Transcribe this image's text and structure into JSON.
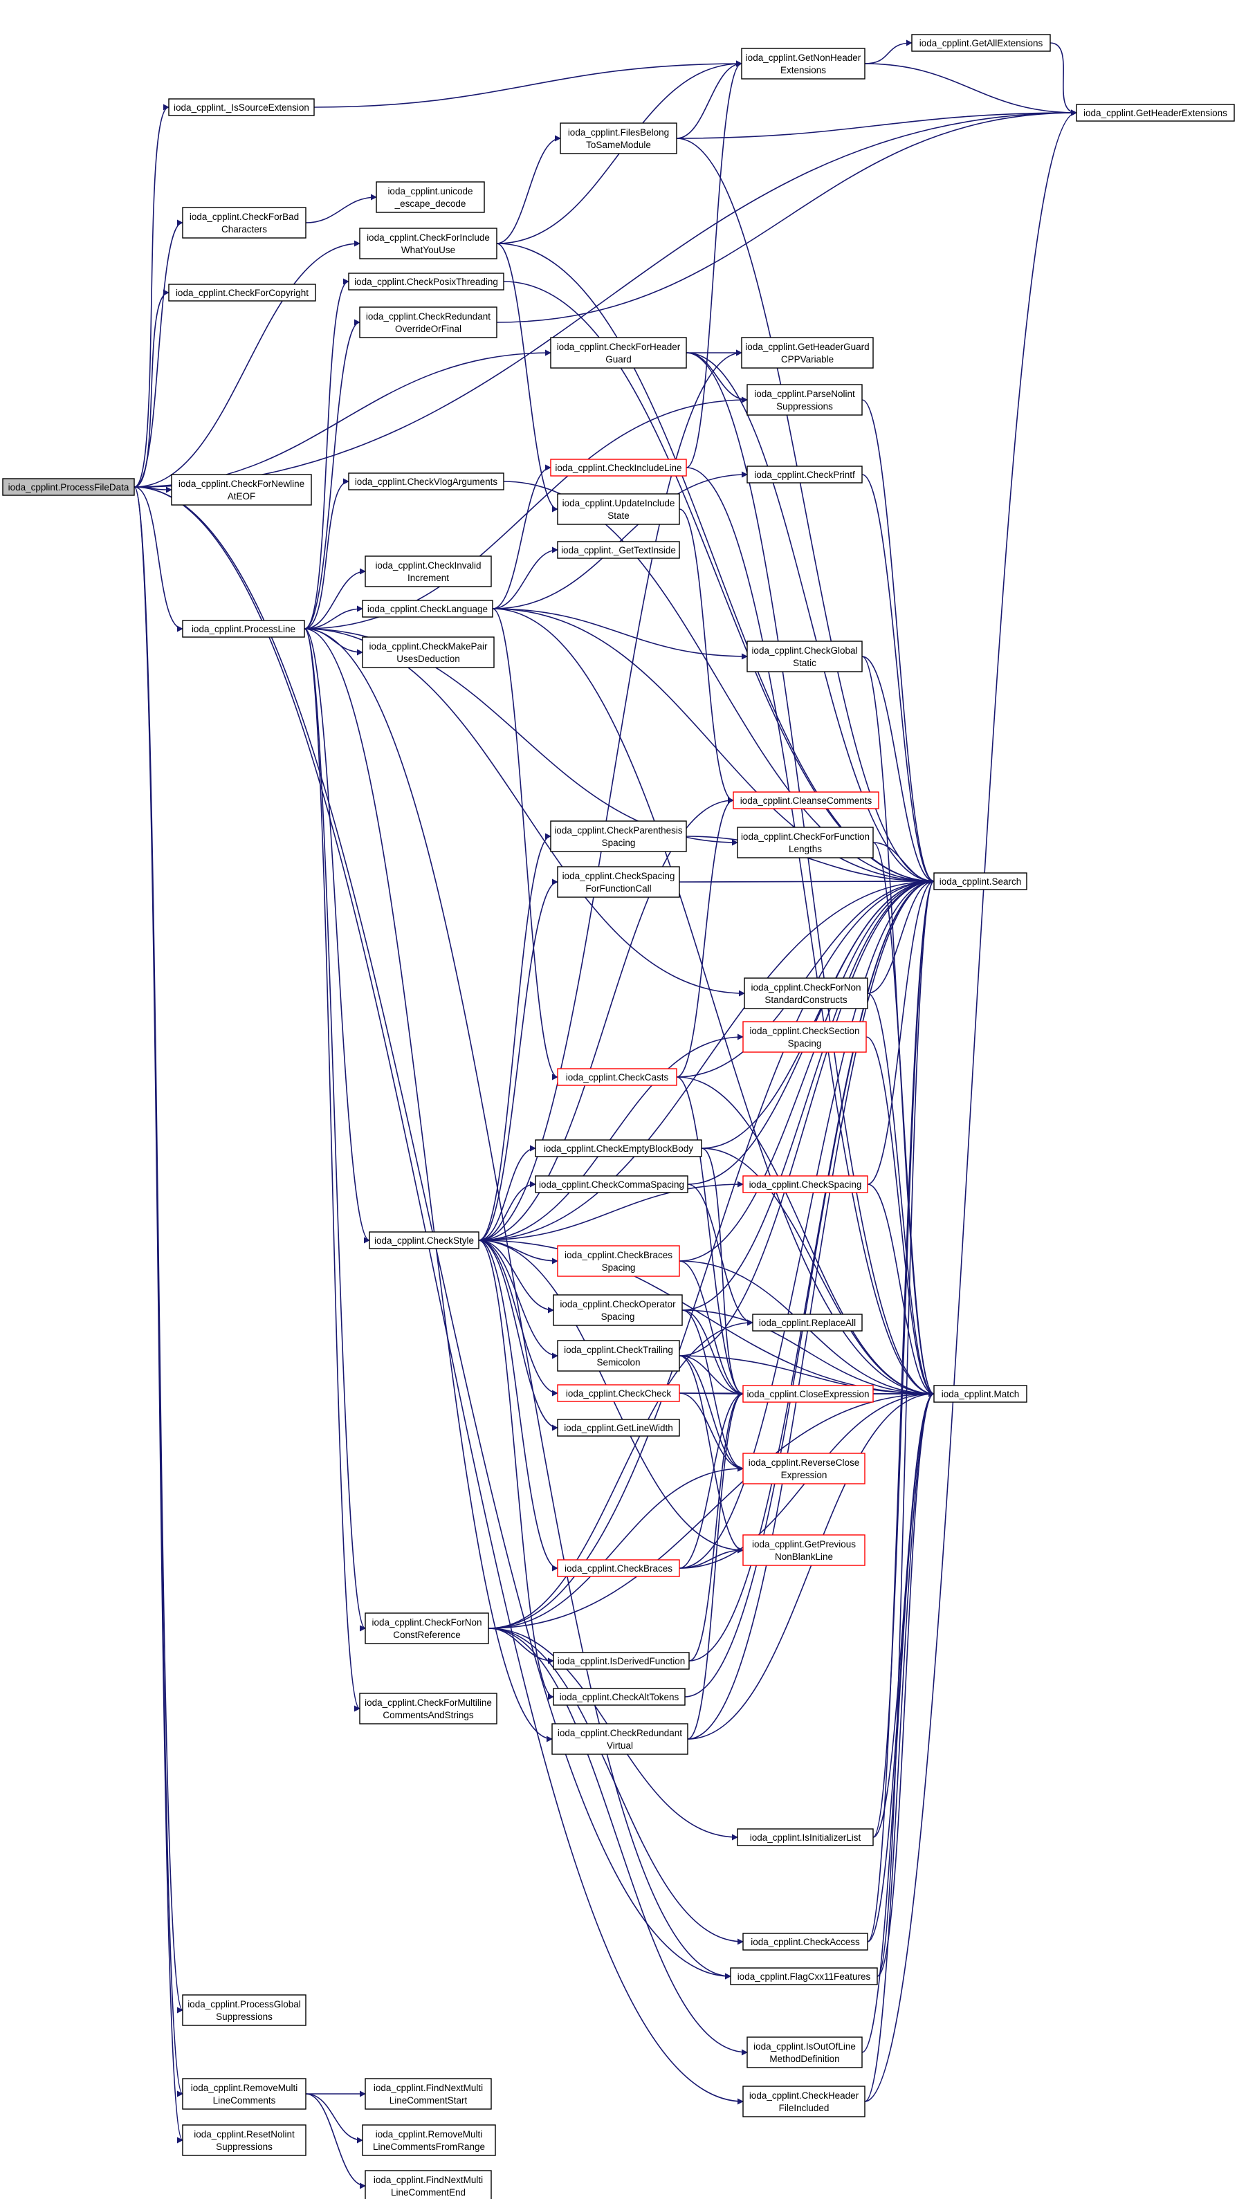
{
  "colors": {
    "edge": "#191970",
    "node_border": "#000000",
    "node_border_truncated": "#ff0000",
    "node_fill": "#ffffff",
    "root_fill": "#bfbfbf",
    "text": "#000000"
  },
  "nodes": {
    "ProcessFileData": {
      "lines": [
        "ioda_cpplint.ProcessFileData"
      ],
      "root": true
    },
    "IsSourceExtension": {
      "lines": [
        "ioda_cpplint._IsSourceExtension"
      ]
    },
    "CheckForBadCharacters": {
      "lines": [
        "ioda_cpplint.CheckForBad",
        "Characters"
      ]
    },
    "CheckForCopyright": {
      "lines": [
        "ioda_cpplint.CheckForCopyright"
      ]
    },
    "CheckForNewlineAtEOF": {
      "lines": [
        "ioda_cpplint.CheckForNewline",
        "AtEOF"
      ]
    },
    "ProcessLine": {
      "lines": [
        "ioda_cpplint.ProcessLine"
      ]
    },
    "ProcessGlobalSuppressions": {
      "lines": [
        "ioda_cpplint.ProcessGlobal",
        "Suppressions"
      ]
    },
    "RemoveMultiLineComments": {
      "lines": [
        "ioda_cpplint.RemoveMulti",
        "LineComments"
      ]
    },
    "ResetNolintSuppressions": {
      "lines": [
        "ioda_cpplint.ResetNolint",
        "Suppressions"
      ]
    },
    "UnicodeEscapeDecode": {
      "lines": [
        "ioda_cpplint.unicode",
        "_escape_decode"
      ]
    },
    "CheckForIncludeWhatYouUse": {
      "lines": [
        "ioda_cpplint.CheckForInclude",
        "WhatYouUse"
      ]
    },
    "CheckPosixThreading": {
      "lines": [
        "ioda_cpplint.CheckPosixThreading"
      ]
    },
    "CheckRedundantOverrideOrFinal": {
      "lines": [
        "ioda_cpplint.CheckRedundant",
        "OverrideOrFinal"
      ]
    },
    "CheckVlogArguments": {
      "lines": [
        "ioda_cpplint.CheckVlogArguments"
      ]
    },
    "CheckInvalidIncrement": {
      "lines": [
        "ioda_cpplint.CheckInvalid",
        "Increment"
      ]
    },
    "CheckLanguage": {
      "lines": [
        "ioda_cpplint.CheckLanguage"
      ]
    },
    "CheckMakePairUsesDeduction": {
      "lines": [
        "ioda_cpplint.CheckMakePair",
        "UsesDeduction"
      ]
    },
    "CheckStyle": {
      "lines": [
        "ioda_cpplint.CheckStyle"
      ]
    },
    "CheckForNonConstReference": {
      "lines": [
        "ioda_cpplint.CheckForNon",
        "ConstReference"
      ]
    },
    "CheckForMultilineCommentsAndStrings": {
      "lines": [
        "ioda_cpplint.CheckForMultiline",
        "CommentsAndStrings"
      ]
    },
    "FindNextMultiLineCommentStart": {
      "lines": [
        "ioda_cpplint.FindNextMulti",
        "LineCommentStart"
      ]
    },
    "RemoveMultiLineCommentsFromRange": {
      "lines": [
        "ioda_cpplint.RemoveMulti",
        "LineCommentsFromRange"
      ]
    },
    "FindNextMultiLineCommentEnd": {
      "lines": [
        "ioda_cpplint.FindNextMulti",
        "LineCommentEnd"
      ]
    },
    "FilesBelongToSameModule": {
      "lines": [
        "ioda_cpplint.FilesBelong",
        "ToSameModule"
      ]
    },
    "CheckForHeaderGuard": {
      "lines": [
        "ioda_cpplint.CheckForHeader",
        "Guard"
      ]
    },
    "CheckIncludeLine": {
      "lines": [
        "ioda_cpplint.CheckIncludeLine"
      ],
      "truncated": true
    },
    "UpdateIncludeState": {
      "lines": [
        "ioda_cpplint.UpdateInclude",
        "State"
      ]
    },
    "GetTextInside": {
      "lines": [
        "ioda_cpplint._GetTextInside"
      ]
    },
    "CheckParenthesisSpacing": {
      "lines": [
        "ioda_cpplint.CheckParenthesis",
        "Spacing"
      ]
    },
    "CheckSpacingForFunctionCall": {
      "lines": [
        "ioda_cpplint.CheckSpacing",
        "ForFunctionCall"
      ]
    },
    "CheckCasts": {
      "lines": [
        "ioda_cpplint.CheckCasts"
      ],
      "truncated": true
    },
    "CheckEmptyBlockBody": {
      "lines": [
        "ioda_cpplint.CheckEmptyBlockBody"
      ]
    },
    "CheckCommaSpacing": {
      "lines": [
        "ioda_cpplint.CheckCommaSpacing"
      ]
    },
    "CheckBracesSpacing": {
      "lines": [
        "ioda_cpplint.CheckBraces",
        "Spacing"
      ],
      "truncated": true
    },
    "CheckOperatorSpacing": {
      "lines": [
        "ioda_cpplint.CheckOperator",
        "Spacing"
      ]
    },
    "CheckTrailingSemicolon": {
      "lines": [
        "ioda_cpplint.CheckTrailing",
        "Semicolon"
      ]
    },
    "CheckCheck": {
      "lines": [
        "ioda_cpplint.CheckCheck"
      ],
      "truncated": true
    },
    "GetLineWidth": {
      "lines": [
        "ioda_cpplint.GetLineWidth"
      ]
    },
    "CheckBraces": {
      "lines": [
        "ioda_cpplint.CheckBraces"
      ],
      "truncated": true
    },
    "IsDerivedFunction": {
      "lines": [
        "ioda_cpplint.IsDerivedFunction"
      ]
    },
    "CheckAltTokens": {
      "lines": [
        "ioda_cpplint.CheckAltTokens"
      ]
    },
    "CheckRedundantVirtual": {
      "lines": [
        "ioda_cpplint.CheckRedundant",
        "Virtual"
      ]
    },
    "GetNonHeaderExtensions": {
      "lines": [
        "ioda_cpplint.GetNonHeader",
        "Extensions"
      ]
    },
    "GetHeaderGuardCPPVariable": {
      "lines": [
        "ioda_cpplint.GetHeaderGuard",
        "CPPVariable"
      ]
    },
    "ParseNolintSuppressions": {
      "lines": [
        "ioda_cpplint.ParseNolint",
        "Suppressions"
      ]
    },
    "CheckPrintf": {
      "lines": [
        "ioda_cpplint.CheckPrintf"
      ]
    },
    "CheckGlobalStatic": {
      "lines": [
        "ioda_cpplint.CheckGlobal",
        "Static"
      ]
    },
    "CleanseComments": {
      "lines": [
        "ioda_cpplint.CleanseComments"
      ],
      "truncated": true
    },
    "CheckForFunctionLengths": {
      "lines": [
        "ioda_cpplint.CheckForFunction",
        "Lengths"
      ]
    },
    "CheckForNonStandardConstructs": {
      "lines": [
        "ioda_cpplint.CheckForNon",
        "StandardConstructs"
      ]
    },
    "CheckSectionSpacing": {
      "lines": [
        "ioda_cpplint.CheckSection",
        "Spacing"
      ],
      "truncated": true
    },
    "CheckSpacing": {
      "lines": [
        "ioda_cpplint.CheckSpacing"
      ],
      "truncated": true
    },
    "ReplaceAll": {
      "lines": [
        "ioda_cpplint.ReplaceAll"
      ]
    },
    "CloseExpression": {
      "lines": [
        "ioda_cpplint.CloseExpression"
      ],
      "truncated": true
    },
    "ReverseCloseExpression": {
      "lines": [
        "ioda_cpplint.ReverseClose",
        "Expression"
      ],
      "truncated": true
    },
    "GetPreviousNonBlankLine": {
      "lines": [
        "ioda_cpplint.GetPrevious",
        "NonBlankLine"
      ],
      "truncated": true
    },
    "IsInitializerList": {
      "lines": [
        "ioda_cpplint.IsInitializerList"
      ]
    },
    "CheckAccess": {
      "lines": [
        "ioda_cpplint.CheckAccess"
      ]
    },
    "FlagCxx11Features": {
      "lines": [
        "ioda_cpplint.FlagCxx11Features"
      ]
    },
    "IsOutOfLineMethodDefinition": {
      "lines": [
        "ioda_cpplint.IsOutOfLine",
        "MethodDefinition"
      ]
    },
    "CheckHeaderFileIncluded": {
      "lines": [
        "ioda_cpplint.CheckHeader",
        "FileIncluded"
      ]
    },
    "GetAllExtensions": {
      "lines": [
        "ioda_cpplint.GetAllExtensions"
      ]
    },
    "GetHeaderExtensions": {
      "lines": [
        "ioda_cpplint.GetHeaderExtensions"
      ]
    },
    "Search": {
      "lines": [
        "ioda_cpplint.Search"
      ]
    },
    "Match": {
      "lines": [
        "ioda_cpplint.Match"
      ]
    }
  },
  "edges": [
    [
      "ProcessFileData",
      "IsSourceExtension"
    ],
    [
      "ProcessFileData",
      "CheckForBadCharacters"
    ],
    [
      "ProcessFileData",
      "CheckForCopyright"
    ],
    [
      "ProcessFileData",
      "CheckForIncludeWhatYouUse"
    ],
    [
      "ProcessFileData",
      "CheckForHeaderGuard"
    ],
    [
      "ProcessFileData",
      "CheckForNewlineAtEOF"
    ],
    [
      "ProcessFileData",
      "ProcessLine"
    ],
    [
      "ProcessFileData",
      "FlagCxx11Features"
    ],
    [
      "ProcessFileData",
      "ProcessGlobalSuppressions"
    ],
    [
      "ProcessFileData",
      "CheckHeaderFileIncluded"
    ],
    [
      "ProcessFileData",
      "RemoveMultiLineComments"
    ],
    [
      "ProcessFileData",
      "ResetNolintSuppressions"
    ],
    [
      "ProcessFileData",
      "GetHeaderExtensions"
    ],
    [
      "IsSourceExtension",
      "GetNonHeaderExtensions"
    ],
    [
      "CheckForBadCharacters",
      "UnicodeEscapeDecode"
    ],
    [
      "CheckForIncludeWhatYouUse",
      "FilesBelongToSameModule"
    ],
    [
      "CheckForIncludeWhatYouUse",
      "GetNonHeaderExtensions"
    ],
    [
      "CheckForIncludeWhatYouUse",
      "UpdateIncludeState"
    ],
    [
      "CheckForIncludeWhatYouUse",
      "Search"
    ],
    [
      "FilesBelongToSameModule",
      "GetNonHeaderExtensions"
    ],
    [
      "FilesBelongToSameModule",
      "GetHeaderExtensions"
    ],
    [
      "FilesBelongToSameModule",
      "Search"
    ],
    [
      "GetNonHeaderExtensions",
      "GetAllExtensions"
    ],
    [
      "GetNonHeaderExtensions",
      "GetHeaderExtensions"
    ],
    [
      "GetAllExtensions",
      "GetHeaderExtensions"
    ],
    [
      "CheckForHeaderGuard",
      "GetHeaderGuardCPPVariable"
    ],
    [
      "CheckForHeaderGuard",
      "ParseNolintSuppressions"
    ],
    [
      "CheckForHeaderGuard",
      "Search"
    ],
    [
      "CheckForHeaderGuard",
      "Match"
    ],
    [
      "ProcessLine",
      "CheckPosixThreading"
    ],
    [
      "ProcessLine",
      "CheckRedundantOverrideOrFinal"
    ],
    [
      "ProcessLine",
      "ParseNolintSuppressions"
    ],
    [
      "ProcessLine",
      "CheckVlogArguments"
    ],
    [
      "ProcessLine",
      "CheckInvalidIncrement"
    ],
    [
      "ProcessLine",
      "CheckLanguage"
    ],
    [
      "ProcessLine",
      "CheckMakePairUsesDeduction"
    ],
    [
      "ProcessLine",
      "CheckForFunctionLengths"
    ],
    [
      "ProcessLine",
      "CheckForNonStandardConstructs"
    ],
    [
      "ProcessLine",
      "CheckStyle"
    ],
    [
      "ProcessLine",
      "CheckForNonConstReference"
    ],
    [
      "ProcessLine",
      "CheckForMultilineCommentsAndStrings"
    ],
    [
      "ProcessLine",
      "CheckRedundantVirtual"
    ],
    [
      "ProcessLine",
      "FlagCxx11Features"
    ],
    [
      "CheckPosixThreading",
      "Search"
    ],
    [
      "CheckRedundantOverrideOrFinal",
      "GetHeaderExtensions"
    ],
    [
      "CheckVlogArguments",
      "Search"
    ],
    [
      "CheckLanguage",
      "CheckIncludeLine"
    ],
    [
      "CheckLanguage",
      "GetTextInside"
    ],
    [
      "CheckLanguage",
      "CheckPrintf"
    ],
    [
      "CheckLanguage",
      "CheckGlobalStatic"
    ],
    [
      "CheckLanguage",
      "CheckCasts"
    ],
    [
      "CheckLanguage",
      "Search"
    ],
    [
      "CheckLanguage",
      "Match"
    ],
    [
      "CheckIncludeLine",
      "GetNonHeaderExtensions"
    ],
    [
      "CheckIncludeLine",
      "Match"
    ],
    [
      "CheckPrintf",
      "Search"
    ],
    [
      "CheckGlobalStatic",
      "Search"
    ],
    [
      "CheckGlobalStatic",
      "Match"
    ],
    [
      "UpdateIncludeState",
      "CleanseComments"
    ],
    [
      "ParseNolintSuppressions",
      "Search"
    ],
    [
      "CheckForFunctionLengths",
      "Search"
    ],
    [
      "CheckForFunctionLengths",
      "Match"
    ],
    [
      "CheckForNonStandardConstructs",
      "Search"
    ],
    [
      "CheckForNonStandardConstructs",
      "Match"
    ],
    [
      "CheckStyle",
      "CheckParenthesisSpacing"
    ],
    [
      "CheckStyle",
      "CheckSpacingForFunctionCall"
    ],
    [
      "CheckStyle",
      "CheckSectionSpacing"
    ],
    [
      "CheckStyle",
      "CheckEmptyBlockBody"
    ],
    [
      "CheckStyle",
      "CheckCommaSpacing"
    ],
    [
      "CheckStyle",
      "CheckSpacing"
    ],
    [
      "CheckStyle",
      "CheckBracesSpacing"
    ],
    [
      "CheckStyle",
      "CheckOperatorSpacing"
    ],
    [
      "CheckStyle",
      "CheckTrailingSemicolon"
    ],
    [
      "CheckStyle",
      "CheckCheck"
    ],
    [
      "CheckStyle",
      "GetLineWidth"
    ],
    [
      "CheckStyle",
      "CheckBraces"
    ],
    [
      "CheckStyle",
      "GetPreviousNonBlankLine"
    ],
    [
      "CheckStyle",
      "CheckAltTokens"
    ],
    [
      "CheckStyle",
      "GetHeaderGuardCPPVariable"
    ],
    [
      "CheckStyle",
      "CleanseComments"
    ],
    [
      "CheckStyle",
      "Search"
    ],
    [
      "CheckStyle",
      "Match"
    ],
    [
      "CheckParenthesisSpacing",
      "Search"
    ],
    [
      "CheckSpacingForFunctionCall",
      "Search"
    ],
    [
      "CheckCasts",
      "CleanseComments"
    ],
    [
      "CheckCasts",
      "CloseExpression"
    ],
    [
      "CheckCasts",
      "Search"
    ],
    [
      "CheckCasts",
      "Match"
    ],
    [
      "CheckEmptyBlockBody",
      "CloseExpression"
    ],
    [
      "CheckEmptyBlockBody",
      "Search"
    ],
    [
      "CheckEmptyBlockBody",
      "Match"
    ],
    [
      "CheckCommaSpacing",
      "ReplaceAll"
    ],
    [
      "CheckCommaSpacing",
      "Search"
    ],
    [
      "CheckBracesSpacing",
      "CloseExpression"
    ],
    [
      "CheckBracesSpacing",
      "Search"
    ],
    [
      "CheckBracesSpacing",
      "Match"
    ],
    [
      "CheckOperatorSpacing",
      "CloseExpression"
    ],
    [
      "CheckOperatorSpacing",
      "ReverseCloseExpression"
    ],
    [
      "CheckOperatorSpacing",
      "Search"
    ],
    [
      "CheckOperatorSpacing",
      "Match"
    ],
    [
      "CheckTrailingSemicolon",
      "CloseExpression"
    ],
    [
      "CheckTrailingSemicolon",
      "ReverseCloseExpression"
    ],
    [
      "CheckTrailingSemicolon",
      "GetPreviousNonBlankLine"
    ],
    [
      "CheckTrailingSemicolon",
      "Search"
    ],
    [
      "CheckTrailingSemicolon",
      "Match"
    ],
    [
      "CheckCheck",
      "CloseExpression"
    ],
    [
      "CheckCheck",
      "ReverseCloseExpression"
    ],
    [
      "CheckCheck",
      "Match"
    ],
    [
      "CheckBraces",
      "CloseExpression"
    ],
    [
      "CheckBraces",
      "GetPreviousNonBlankLine"
    ],
    [
      "CheckBraces",
      "Search"
    ],
    [
      "CheckBraces",
      "Match"
    ],
    [
      "CheckSectionSpacing",
      "Match"
    ],
    [
      "CheckSpacing",
      "Search"
    ],
    [
      "CheckSpacing",
      "Match"
    ],
    [
      "CloseExpression",
      "Match"
    ],
    [
      "CheckForNonConstReference",
      "ReplaceAll"
    ],
    [
      "CheckForNonConstReference",
      "ReverseCloseExpression"
    ],
    [
      "CheckForNonConstReference",
      "IsDerivedFunction"
    ],
    [
      "CheckForNonConstReference",
      "IsInitializerList"
    ],
    [
      "CheckForNonConstReference",
      "CheckAccess"
    ],
    [
      "CheckForNonConstReference",
      "IsOutOfLineMethodDefinition"
    ],
    [
      "CheckForNonConstReference",
      "Search"
    ],
    [
      "CheckForNonConstReference",
      "Match"
    ],
    [
      "IsDerivedFunction",
      "CloseExpression"
    ],
    [
      "IsDerivedFunction",
      "Search"
    ],
    [
      "CheckAltTokens",
      "Search"
    ],
    [
      "CheckRedundantVirtual",
      "CloseExpression"
    ],
    [
      "CheckRedundantVirtual",
      "Search"
    ],
    [
      "CheckRedundantVirtual",
      "Match"
    ],
    [
      "IsInitializerList",
      "Search"
    ],
    [
      "IsInitializerList",
      "Match"
    ],
    [
      "CheckAccess",
      "Search"
    ],
    [
      "CheckAccess",
      "Match"
    ],
    [
      "FlagCxx11Features",
      "Search"
    ],
    [
      "FlagCxx11Features",
      "Match"
    ],
    [
      "IsOutOfLineMethodDefinition",
      "Match"
    ],
    [
      "CheckHeaderFileIncluded",
      "GetHeaderExtensions"
    ],
    [
      "CheckHeaderFileIncluded",
      "Match"
    ],
    [
      "RemoveMultiLineComments",
      "FindNextMultiLineCommentStart"
    ],
    [
      "RemoveMultiLineComments",
      "RemoveMultiLineCommentsFromRange"
    ],
    [
      "RemoveMultiLineComments",
      "FindNextMultiLineCommentEnd"
    ]
  ]
}
